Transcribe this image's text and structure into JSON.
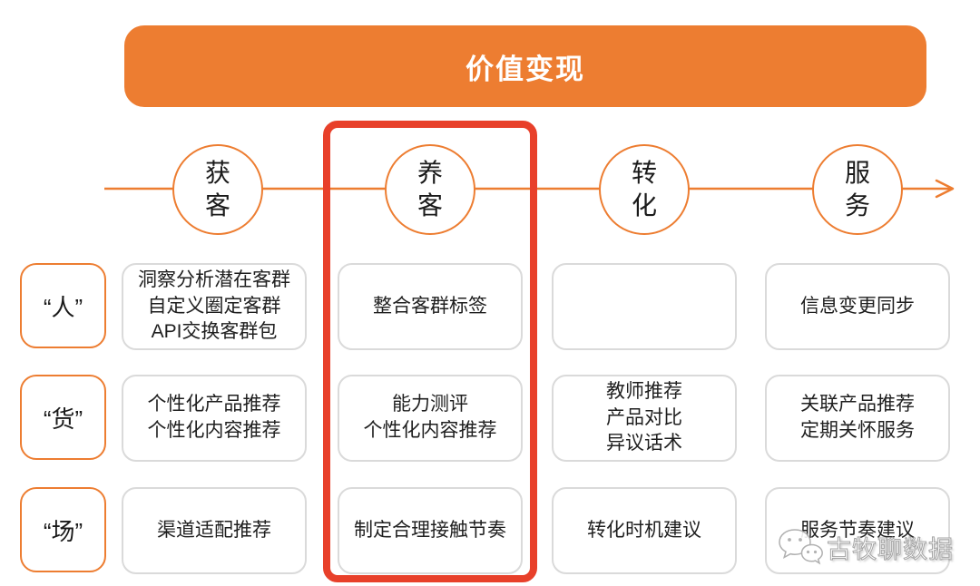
{
  "banner": {
    "title": "价值变现"
  },
  "journey": {
    "stages": [
      "获客",
      "养客",
      "转化",
      "服务"
    ],
    "highlighted_stage": "养客"
  },
  "matrix": {
    "row_labels": [
      "“人”",
      "“货”",
      "“场”"
    ],
    "cells": [
      [
        "洞察分析潜在客群\n自定义圈定客群\nAPI交换客群包",
        "整合客群标签",
        "",
        "信息变更同步"
      ],
      [
        "个性化产品推荐\n个性化内容推荐",
        "能力测评\n个性化内容推荐",
        "教师推荐\n产品对比\n异议话术",
        "关联产品推荐\n定期关怀服务"
      ],
      [
        "渠道适配推荐",
        "制定合理接触节奏",
        "转化时机建议",
        "服务节奏建议"
      ]
    ]
  },
  "watermark": {
    "text": "古牧聊数据",
    "icon": "wechat-icon"
  },
  "colors": {
    "accent_orange": "#ED7D31",
    "highlight_red": "#E8402A",
    "cell_border": "#DADADA",
    "text": "#1F1F1F",
    "banner_text": "#FFFFFF"
  }
}
